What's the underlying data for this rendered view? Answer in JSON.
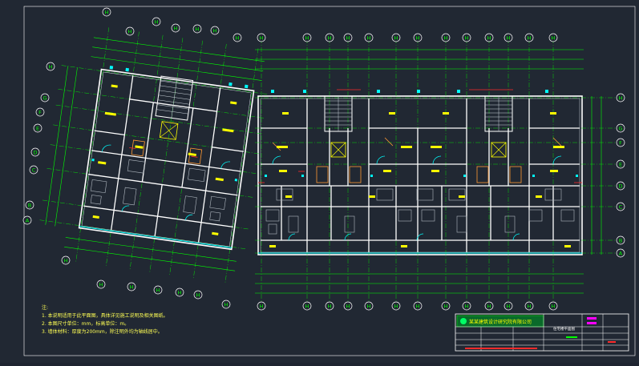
{
  "colors": {
    "background": "#212833",
    "wall": "#ffffff",
    "wall_dark": "#c9d2d9",
    "axis": "#00ff00",
    "dimension": "#00ff00",
    "door": "#00ffff",
    "stair": "#ff9933",
    "room_label": "#ffff00",
    "red_accent": "#ff2a2a",
    "magenta_accent": "#ff00ff"
  },
  "top_axis_labels_right": [
    "H",
    "H",
    "H",
    "H",
    "H",
    "H",
    "H",
    "H",
    "H",
    "H",
    "H",
    "H",
    "H"
  ],
  "bottom_axis_labels_right": [
    "H",
    "H",
    "H",
    "H",
    "H",
    "H",
    "H",
    "H",
    "H",
    "H",
    "H",
    "H",
    "H"
  ],
  "top_axis_labels_left": [
    "H",
    "H",
    "H",
    "H",
    "H",
    "H",
    "H"
  ],
  "bottom_axis_labels_left": [
    "H",
    "H",
    "H",
    "H",
    "H",
    "H",
    "H"
  ],
  "row_axis_labels_right": [
    "H",
    "G",
    "F",
    "E",
    "D",
    "C",
    "B",
    "A"
  ],
  "row_axis_labels_left": [
    "H",
    "G",
    "F",
    "E",
    "D",
    "C",
    "B",
    "A"
  ],
  "notes": {
    "heading": "注:",
    "lines": [
      "1. 本说明适用于此平面图，具体详见施工说明及相关图纸。",
      "2. 本图尺寸单位：mm，标高单位：m。",
      "3. 墙体材料：厚度为200mm，除注明外均为轴线居中。"
    ]
  },
  "title_block": {
    "company": "某某建筑设计研究院有限公司",
    "drawing_name": "住宅楼平面图"
  }
}
